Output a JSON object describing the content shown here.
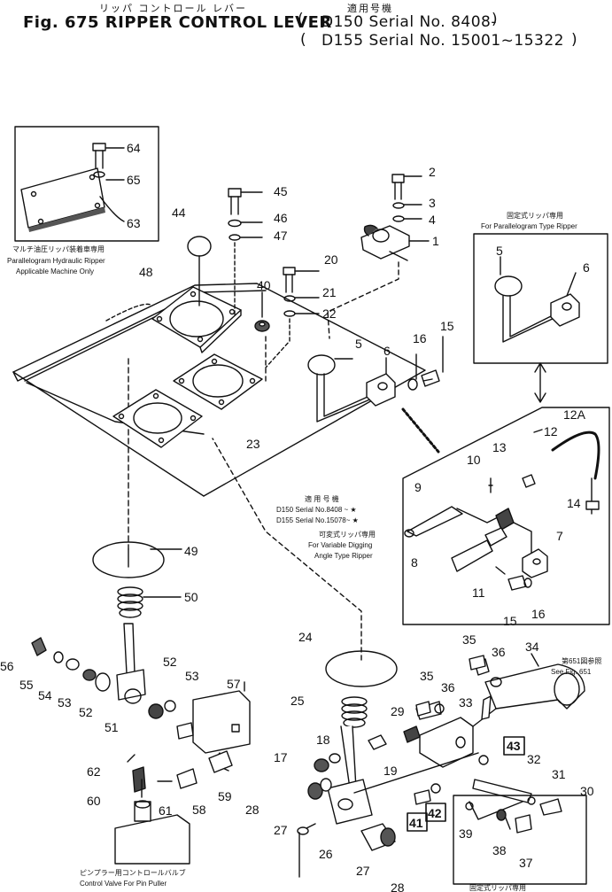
{
  "header": {
    "jp_title": "リッパ コントロール レバー",
    "jp_applic": "適用号機",
    "fig_title": "Fig. 675 RIPPER CONTROL LEVER",
    "serial_1": "D150 Serial No. 8408-",
    "serial_2": "D155 Serial No. 15001~15322"
  },
  "captions": {
    "multi_jp": "マルチ油圧リッパ装着車専用",
    "multi_1": "Parallelogram Hydraulic Ripper",
    "multi_2": "Applicable Machine Only",
    "para_jp": "固定式リッパ専用",
    "para_en": "For Parallelogram Type Ripper",
    "applic_jp": "適 用 号 機",
    "applic_1": "D150 Serial No.8408 ~ ★",
    "applic_2": "D155 Serial No.15078~ ★",
    "var_jp": "可変式リッパ専用",
    "var_1": "For Variable Digging",
    "var_2": "Angle Type Ripper",
    "see_jp": "第651図参照",
    "see_en": "See Fig. 651",
    "valve_jp": "ピンプラー用コントロールバルブ",
    "valve_en": "Control Valve For Pin Puller",
    "bottom_jp": "固定式リッパ専用"
  },
  "parts": {
    "p64": "64",
    "p65": "65",
    "p63": "63",
    "p45": "45",
    "p46": "46",
    "p47": "47",
    "p44": "44",
    "p48": "48",
    "p40": "40",
    "p20": "20",
    "p21": "21",
    "p22": "22",
    "p2": "2",
    "p3": "3",
    "p4": "4",
    "p1": "1",
    "p5a": "5",
    "p6a": "6",
    "p16a": "16",
    "p15a": "15",
    "p5b": "5",
    "p6b": "6",
    "p23": "23",
    "p12A": "12A",
    "p12": "12",
    "p13": "13",
    "p10": "10",
    "p9": "9",
    "p14": "14",
    "p7": "7",
    "p8": "8",
    "p11": "11",
    "p15b": "15",
    "p16b": "16",
    "p49": "49",
    "p50": "50",
    "p24": "24",
    "p56": "56",
    "p55": "55",
    "p54": "54",
    "p53a": "53",
    "p52a": "52",
    "p51": "51",
    "p52b": "52",
    "p53b": "53",
    "p57": "57",
    "p35a": "35",
    "p36a": "36",
    "p34": "34",
    "p35b": "35",
    "p36b": "36",
    "p25": "25",
    "p29": "29",
    "p33": "33",
    "p18": "18",
    "p17": "17",
    "p19": "19",
    "p62": "62",
    "p60": "60",
    "p61": "61",
    "p58": "58",
    "p59": "59",
    "p43": "43",
    "p32": "32",
    "p31": "31",
    "p30": "30",
    "p41": "41",
    "p42": "42",
    "p28a": "28",
    "p27a": "27",
    "p26": "26",
    "p27b": "27",
    "p28b": "28",
    "p39": "39",
    "p38": "38",
    "p37": "37"
  }
}
